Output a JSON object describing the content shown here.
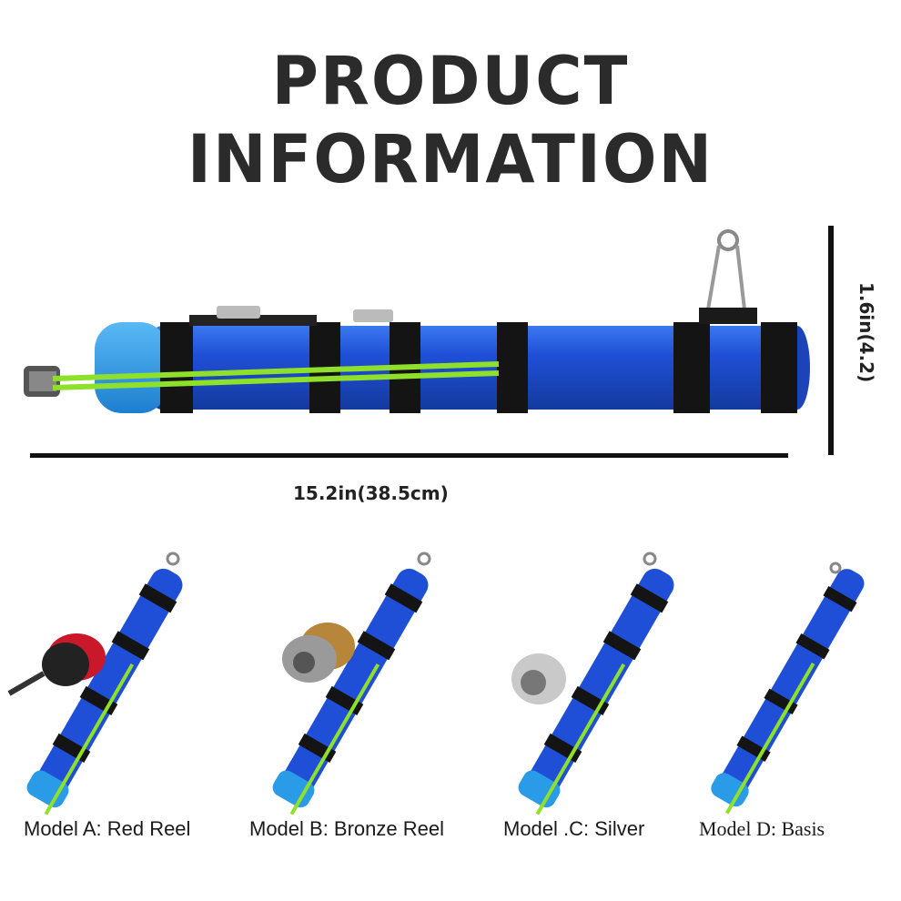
{
  "title": "PRODUCT INFORMATION",
  "dimensions": {
    "length": "15.2in(38.5cm)",
    "diameter": "1.6in(4.2)"
  },
  "models": [
    {
      "label": "Model A: Red Reel",
      "reel": "red"
    },
    {
      "label": "Model B: Bronze Reel",
      "reel": "bronze"
    },
    {
      "label": "Model .C: Silver",
      "reel": "silver"
    },
    {
      "label": "Model D: Basis",
      "reel": "none"
    }
  ],
  "colors": {
    "rod_blue": "#1f4fd6",
    "rod_light_blue": "#2a9be6",
    "band_black": "#141414",
    "cord_green": "#8ee02a",
    "reel_red": "#c8182a",
    "reel_bronze": "#b8863a",
    "reel_silver": "#c9c9c9"
  }
}
